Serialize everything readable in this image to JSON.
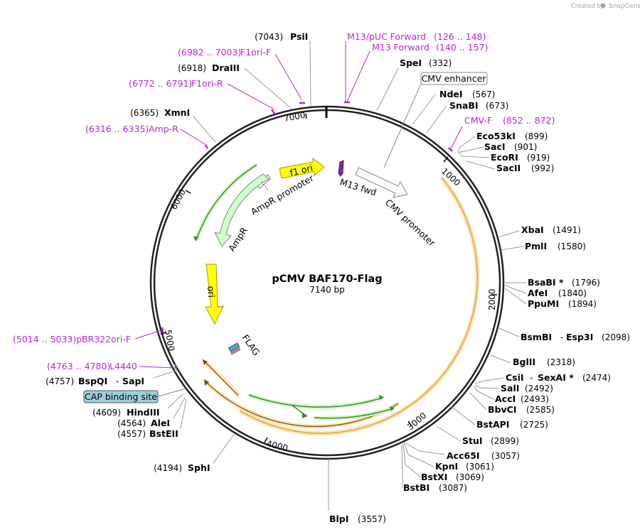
{
  "credit": {
    "created_by": "Created by",
    "app": "SnapGene"
  },
  "plasmid": {
    "name": "pCMV BAF170-Flag",
    "size": "7140 bp"
  },
  "ticks": [
    "1000",
    "2000",
    "3000",
    "4000",
    "5000",
    "6000",
    "7000"
  ],
  "enzymes": {
    "psiI": {
      "name": "PsiI",
      "pos": "(7043)"
    },
    "draIII": {
      "name": "DraIII",
      "pos": "(6918)"
    },
    "xmnI": {
      "name": "XmnI",
      "pos": "(6365)"
    },
    "speI": {
      "name": "SpeI",
      "pos": "(332)"
    },
    "ndeI": {
      "name": "NdeI",
      "pos": "(567)"
    },
    "snaBI": {
      "name": "SnaBI",
      "pos": "(673)"
    },
    "eco53kI": {
      "name": "Eco53kI",
      "pos": "(899)"
    },
    "sacI": {
      "name": "SacI",
      "pos": "(901)"
    },
    "ecoRI": {
      "name": "EcoRI",
      "pos": "(919)"
    },
    "sacII": {
      "name": "SacII",
      "pos": "(992)"
    },
    "xbaI": {
      "name": "XbaI",
      "pos": "(1491)"
    },
    "pmlI": {
      "name": "PmlI",
      "pos": "(1580)"
    },
    "bsaBI": {
      "name": "BsaBI *",
      "pos": "(1796)"
    },
    "afeI": {
      "name": "AfeI",
      "pos": "(1840)"
    },
    "ppuMI": {
      "name": "PpuMI",
      "pos": "(1894)"
    },
    "bsmBI": {
      "name": "BsmBI",
      "name2": "Esp3I",
      "pos": "(2098)"
    },
    "bglII": {
      "name": "BglII",
      "pos": "(2318)"
    },
    "csiI": {
      "name": "CsiI",
      "name2": "SexAI *",
      "pos": "(2474)"
    },
    "salI": {
      "name": "SalI",
      "pos": "(2492)"
    },
    "accI": {
      "name": "AccI",
      "pos": "(2493)"
    },
    "bbvCI": {
      "name": "BbvCI",
      "pos": "(2585)"
    },
    "bstAPI": {
      "name": "BstAPI",
      "pos": "(2725)"
    },
    "stuI": {
      "name": "StuI",
      "pos": "(2899)"
    },
    "acc65I": {
      "name": "Acc65I",
      "pos": "(3057)"
    },
    "kpnI": {
      "name": "KpnI",
      "pos": "(3061)"
    },
    "bstXI": {
      "name": "BstXI",
      "pos": "(3069)"
    },
    "bstBI": {
      "name": "BstBI",
      "pos": "(3087)"
    },
    "blpI": {
      "name": "BlpI",
      "pos": "(3557)"
    },
    "sphI": {
      "name": "SphI",
      "pos": "(4194)"
    },
    "bstEII": {
      "name": "BstEII",
      "pos": "(4557)"
    },
    "aleI": {
      "name": "AleI",
      "pos": "(4564)"
    },
    "hindIII": {
      "name": "HindIII",
      "pos": "(4609)"
    },
    "bspQI": {
      "name": "BspQI",
      "name2": "SapI",
      "pos": "(4757)"
    }
  },
  "primers": {
    "m13puc": {
      "name": "M13/pUC Forward",
      "range": "(126 .. 148)"
    },
    "m13fwd": {
      "name": "M13 Forward",
      "range": "(140 .. 157)"
    },
    "f1oriF": {
      "name": "F1ori-F",
      "range": "(6982 .. 7003)"
    },
    "f1oriR": {
      "name": "F1ori-R",
      "range": "(6772 .. 6791)"
    },
    "ampR": {
      "name": "Amp-R",
      "range": "(6316 .. 6335)"
    },
    "cmvF": {
      "name": "CMV-F",
      "range": "(852 .. 872)"
    },
    "pbr322": {
      "name": "pBR322ori-F",
      "range": "(5014 .. 5033)"
    },
    "l4440": {
      "name": "L4440",
      "range": "(4763 .. 4780)"
    }
  },
  "features": {
    "cmv_enhancer": "CMV enhancer",
    "cap_site": "CAP binding site",
    "f1_ori": "f1 ori",
    "m13_fwd": "M13 fwd",
    "cmv_promoter": "CMV promoter",
    "ampr_promoter": "AmpR promoter",
    "ampr": "AmpR",
    "ori": "ori",
    "flag": "FLAG"
  },
  "colors": {
    "primer": "#b627d9",
    "orf_outline": "#f2a93b",
    "green_arrow": "#3a8f2a",
    "yellow": "#ffff00",
    "cap_fill": "#9dcfdc",
    "ampr_fill": "#ccffcc"
  }
}
